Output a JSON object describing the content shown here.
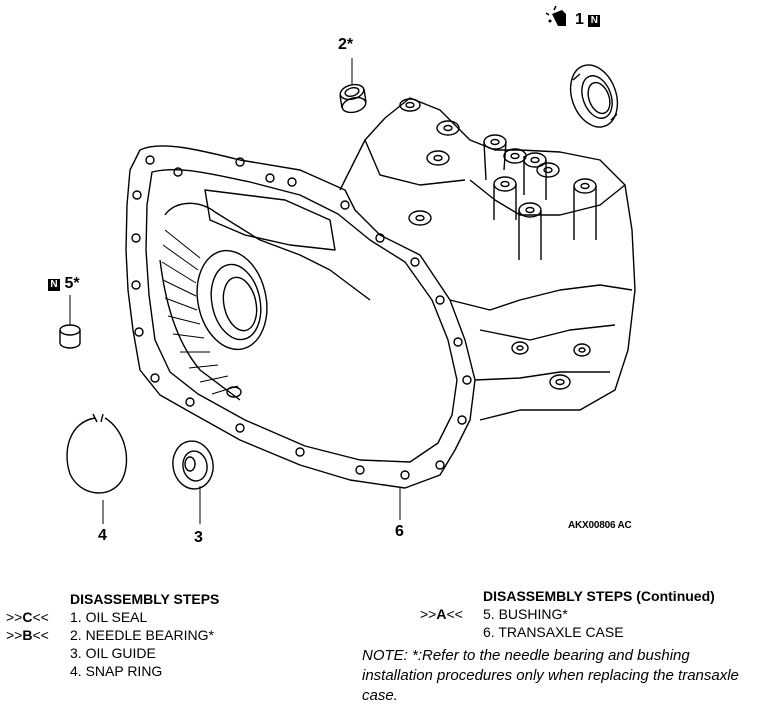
{
  "figure": {
    "callouts": {
      "c1": {
        "num": "1",
        "badge": "N"
      },
      "c2": {
        "num": "2*"
      },
      "c3": {
        "num": "3"
      },
      "c4": {
        "num": "4"
      },
      "c5": {
        "num": "5*",
        "badge": "N"
      },
      "c6": {
        "num": "6"
      }
    },
    "code": "AKX00806 AC"
  },
  "steps_left": {
    "header": "DISASSEMBLY STEPS",
    "items": [
      {
        "prefix": ">>",
        "letter": "C",
        "suffix": "<<",
        "text": "1.  OIL SEAL"
      },
      {
        "prefix": ">>",
        "letter": "B",
        "suffix": "<<",
        "text": "2.  NEEDLE BEARING*"
      },
      {
        "prefix": "",
        "letter": "",
        "suffix": "",
        "text": "3.  OIL GUIDE"
      },
      {
        "prefix": "",
        "letter": "",
        "suffix": "",
        "text": "4.  SNAP RING"
      }
    ]
  },
  "steps_right": {
    "header": "DISASSEMBLY STEPS (Continued)",
    "items": [
      {
        "prefix": ">>",
        "letter": "A",
        "suffix": "<<",
        "text": "5.  BUSHING*"
      },
      {
        "prefix": "",
        "letter": "",
        "suffix": "",
        "text": "6.  TRANSAXLE CASE"
      }
    ]
  },
  "note": "NOTE: *:Refer to the needle bearing and bushing installation procedures only when replacing the transaxle case."
}
